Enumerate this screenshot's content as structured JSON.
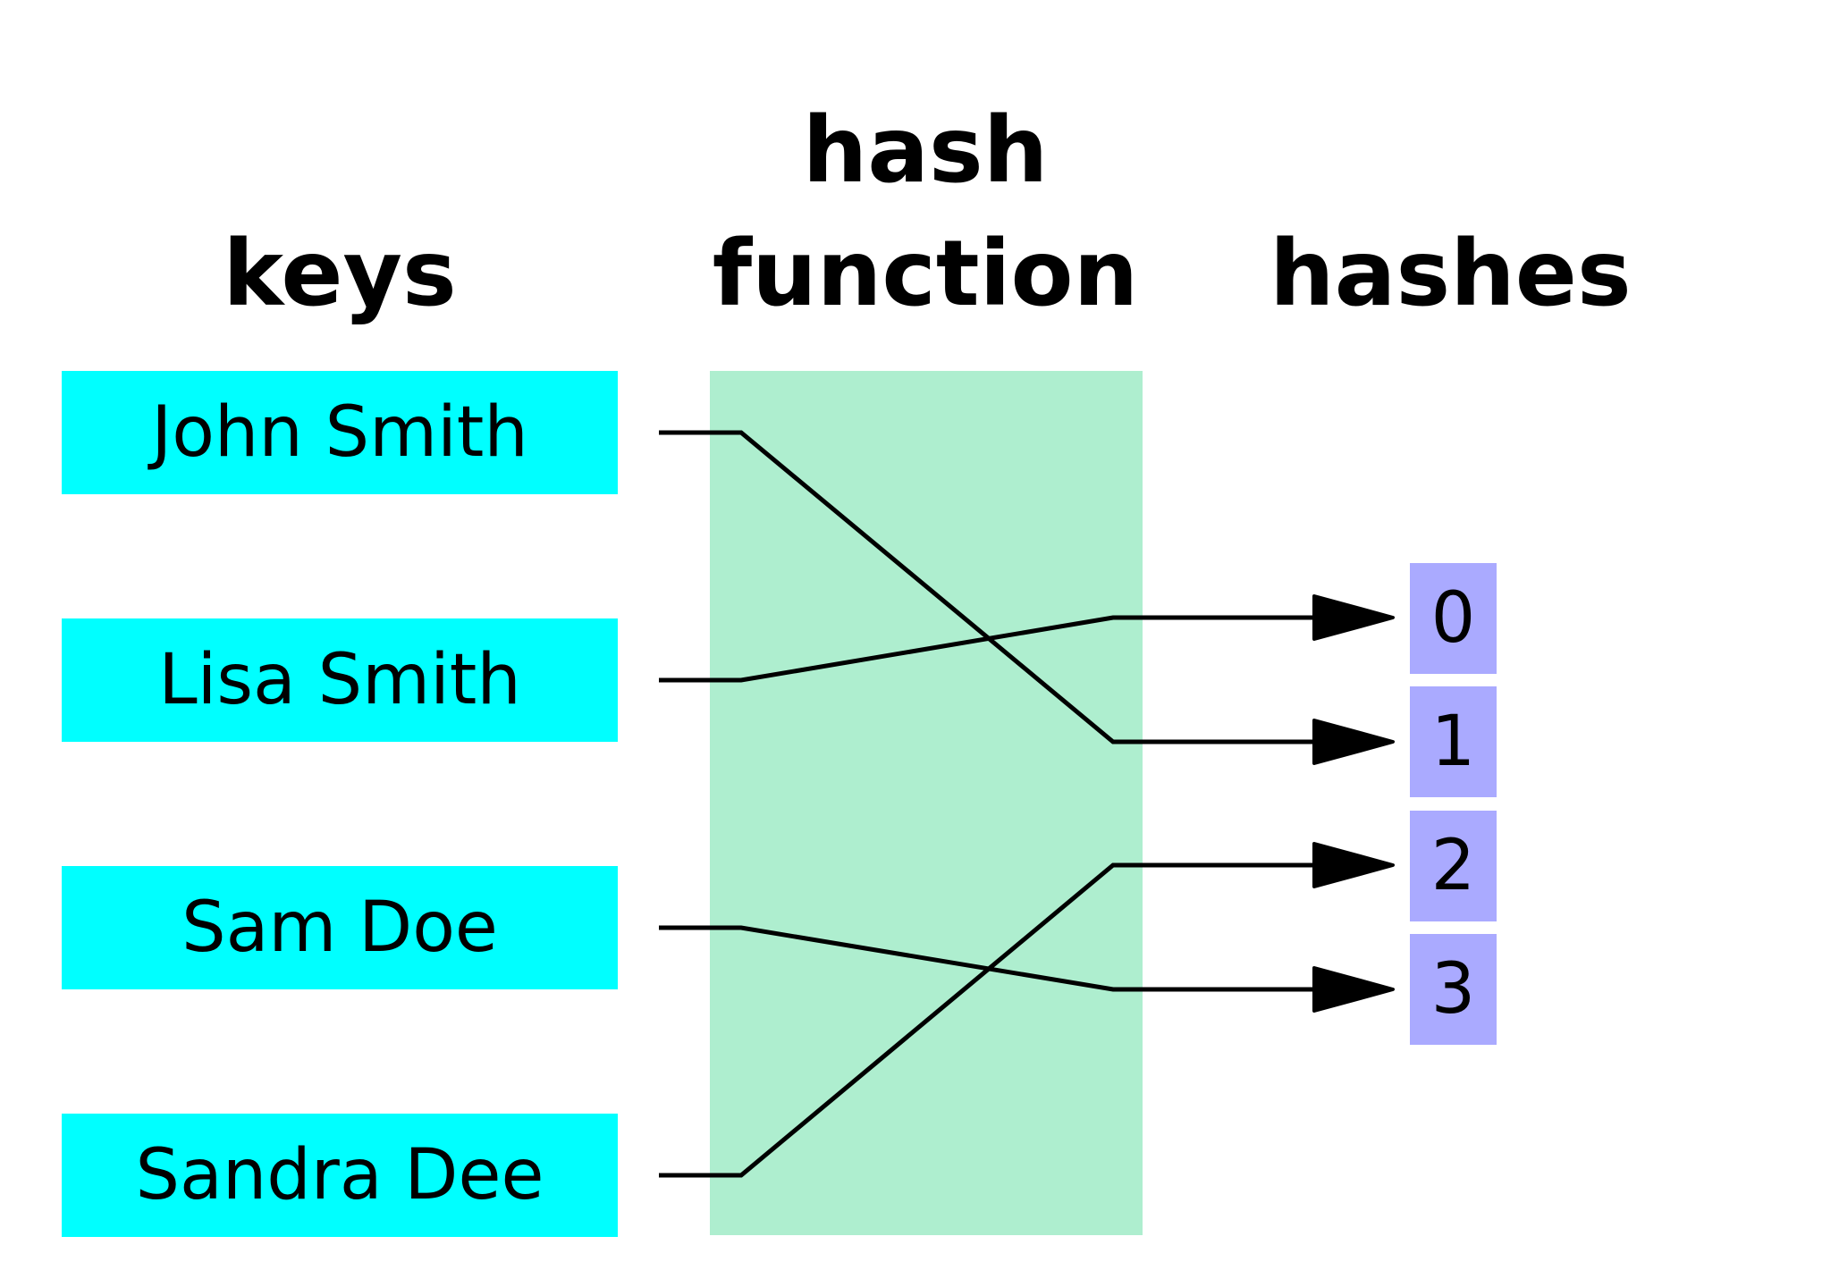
{
  "headings": {
    "keys": "keys",
    "hash_function_line1": "hash",
    "hash_function_line2": "function",
    "hashes": "hashes"
  },
  "keys": [
    "John Smith",
    "Lisa Smith",
    "Sam Doe",
    "Sandra Dee"
  ],
  "hashes": [
    "0",
    "1",
    "2",
    "3"
  ],
  "mappings": [
    {
      "key": "John Smith",
      "hash": "1"
    },
    {
      "key": "Lisa Smith",
      "hash": "0"
    },
    {
      "key": "Sam Doe",
      "hash": "3"
    },
    {
      "key": "Sandra Dee",
      "hash": "2"
    }
  ],
  "colors": {
    "key_box": "#00ffff",
    "hash_function_box": "#aeeecf",
    "hash_box": "#aaaaff",
    "lines": "#000000"
  }
}
